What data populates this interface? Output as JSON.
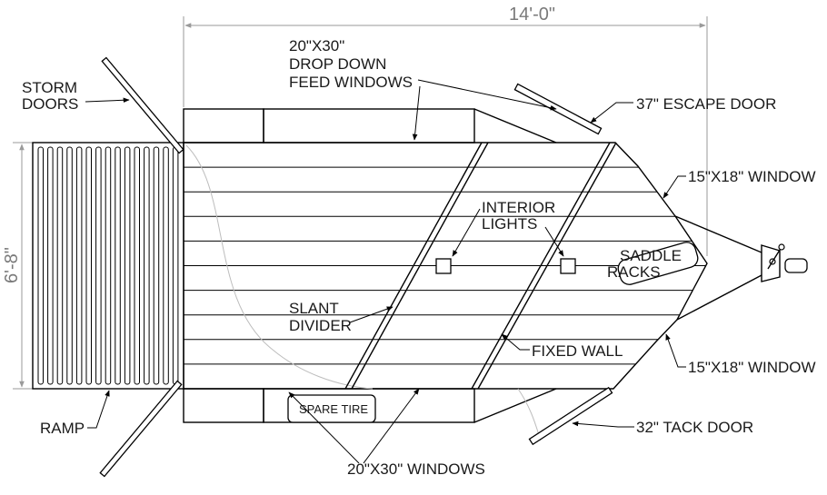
{
  "dimensions": {
    "length": "14'-0\"",
    "width": "6'-8\""
  },
  "labels": {
    "feed_windows": [
      "20\"X30\"",
      "DROP DOWN",
      "FEED WINDOWS"
    ],
    "storm_doors": [
      "STORM",
      "DOORS"
    ],
    "escape_door": "37\" ESCAPE DOOR",
    "window_top": "15\"X18\" WINDOW",
    "window_bottom": "15\"X18\" WINDOW",
    "interior_lights": [
      "INTERIOR",
      "LIGHTS"
    ],
    "saddle_racks": [
      "SADDLE",
      "RACKS"
    ],
    "slant_divider": [
      "SLANT",
      "DIVIDER"
    ],
    "fixed_wall": "FIXED WALL",
    "ramp": "RAMP",
    "spare_tire": "SPARE TIRE",
    "windows_bottom": "20\"X30\" WINDOWS",
    "tack_door": "32\" TACK DOOR"
  }
}
